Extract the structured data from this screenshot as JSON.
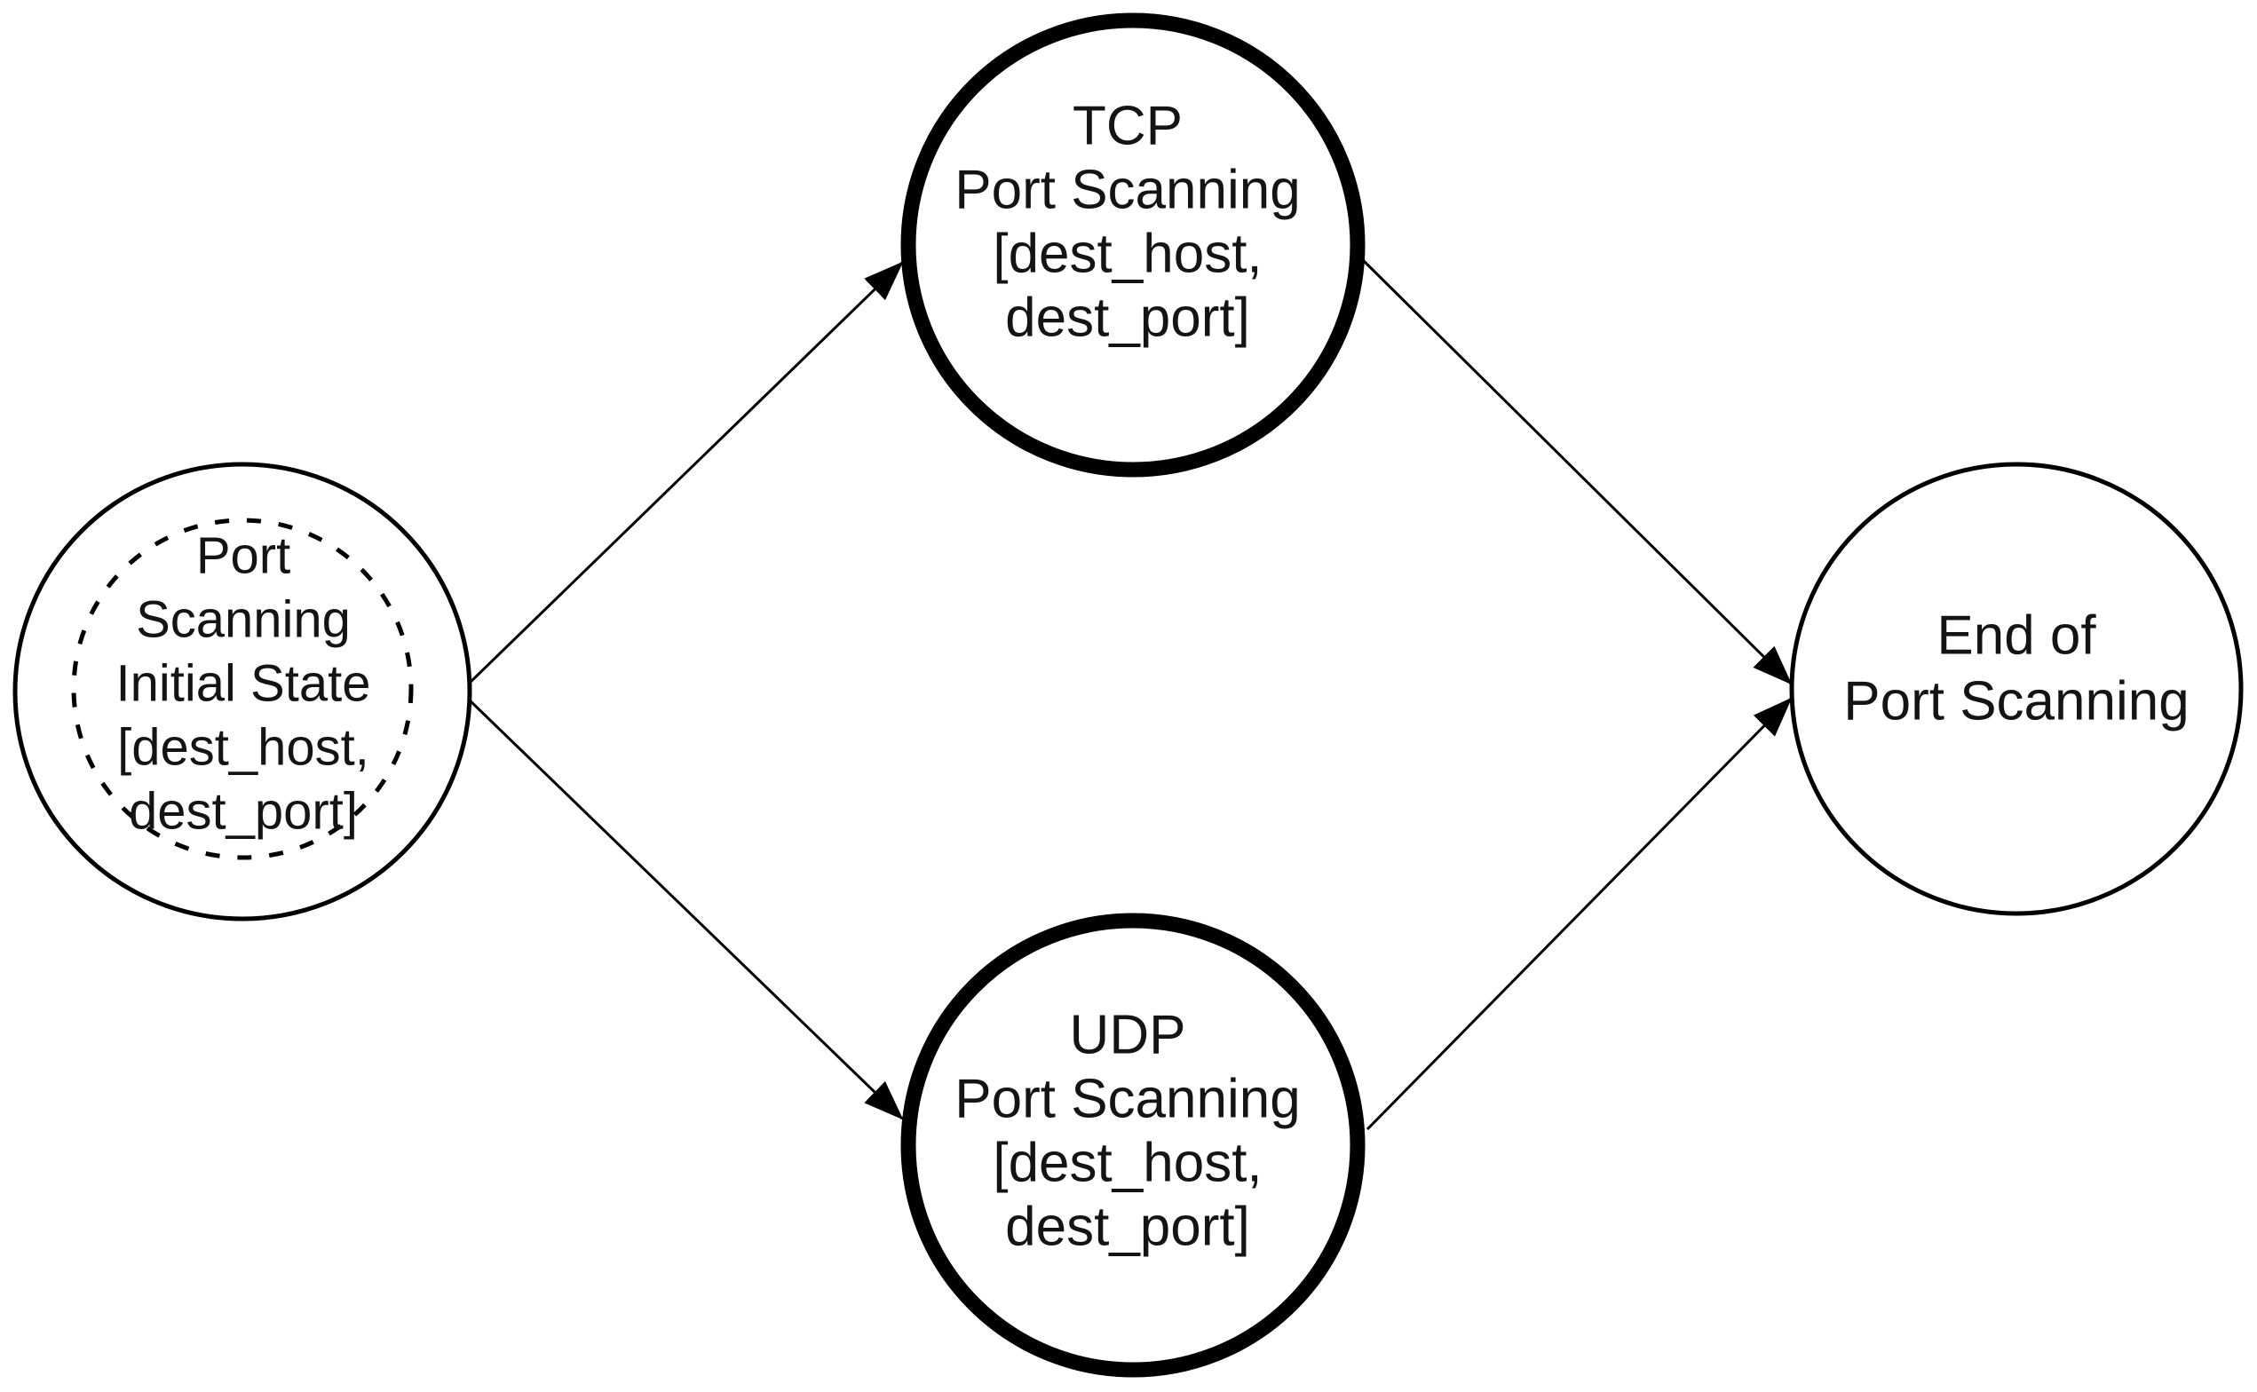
{
  "diagram": {
    "type": "state-diagram",
    "colors": {
      "background": "#ffffff",
      "node_fill": "#ffffff",
      "stroke": "#000000",
      "text": "#141414"
    },
    "nodes": {
      "initial": {
        "lines": [
          "Port",
          "Scanning",
          "Initial State",
          "[dest_host,",
          "dest_port]"
        ],
        "border_style": "thin solid outer ring with dashed inner ring"
      },
      "tcp": {
        "lines": [
          "TCP",
          "Port Scanning",
          "[dest_host,",
          "dest_port]"
        ],
        "border_style": "thick solid ring"
      },
      "udp": {
        "lines": [
          "UDP",
          "Port Scanning",
          "[dest_host,",
          "dest_port]"
        ],
        "border_style": "thick solid ring"
      },
      "end": {
        "lines": [
          "End of",
          "Port Scanning"
        ],
        "border_style": "thin solid ring"
      }
    },
    "edges": [
      {
        "from": "initial",
        "to": "tcp"
      },
      {
        "from": "initial",
        "to": "udp"
      },
      {
        "from": "tcp",
        "to": "end"
      },
      {
        "from": "udp",
        "to": "end"
      }
    ]
  }
}
